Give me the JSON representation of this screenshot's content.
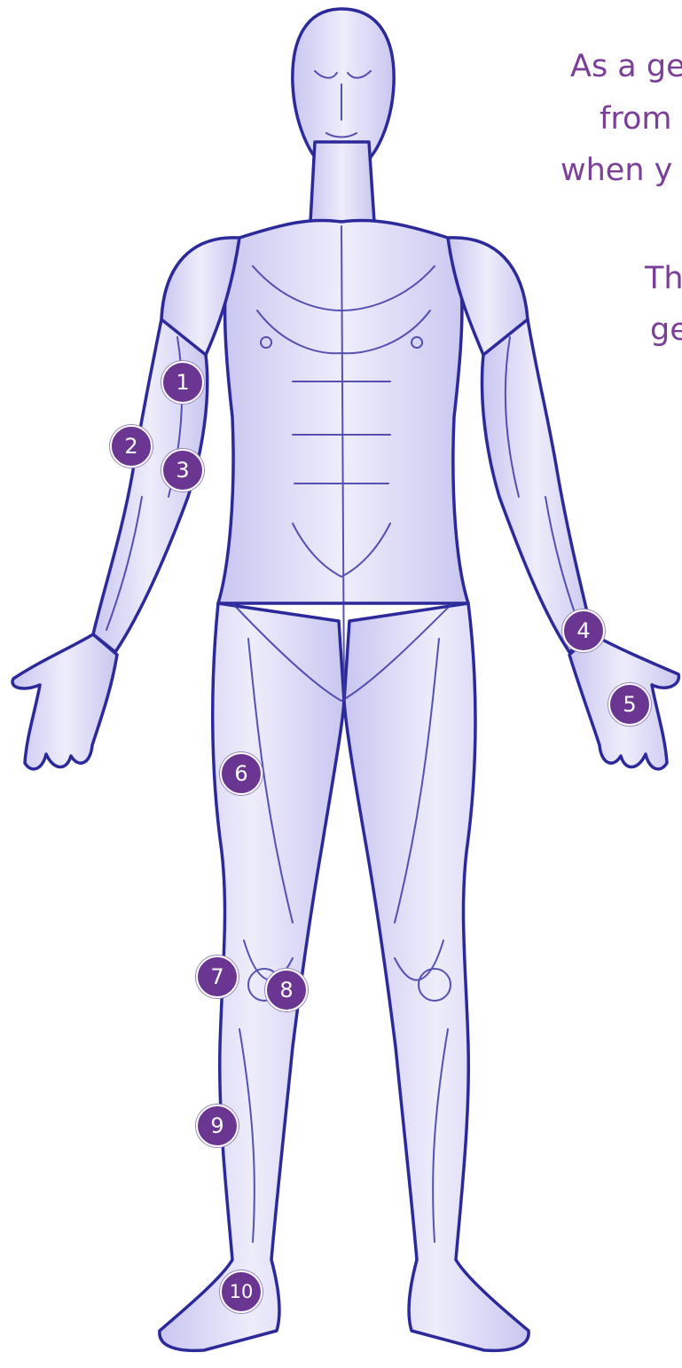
{
  "intro_lines": [
    "As a ge",
    "from",
    "when y",
    "Th",
    "ge"
  ],
  "markers": [
    {
      "label": "1"
    },
    {
      "label": "2"
    },
    {
      "label": "3"
    },
    {
      "label": "4"
    },
    {
      "label": "5"
    },
    {
      "label": "6"
    },
    {
      "label": "7"
    },
    {
      "label": "8"
    },
    {
      "label": "9"
    },
    {
      "label": "10"
    }
  ],
  "colors": {
    "accent": "#6b3691",
    "text": "#7b3f98",
    "line": "#2c2a9a",
    "fill": "#d8d6f3"
  }
}
